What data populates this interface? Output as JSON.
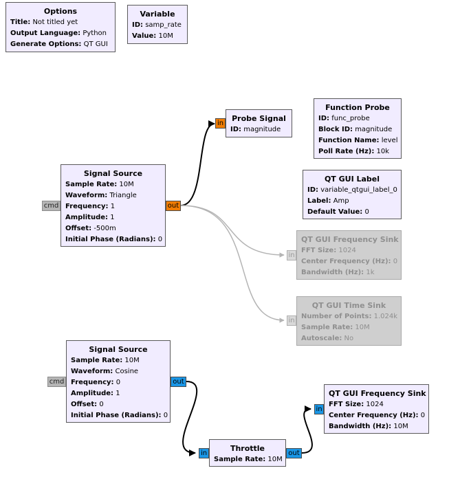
{
  "blocks": {
    "options": {
      "title": "Options",
      "params": [
        {
          "key": "Title:",
          "value": "Not titled yet"
        },
        {
          "key": "Output Language:",
          "value": "Python"
        },
        {
          "key": "Generate Options:",
          "value": "QT GUI"
        }
      ]
    },
    "variable": {
      "title": "Variable",
      "params": [
        {
          "key": "ID:",
          "value": "samp_rate"
        },
        {
          "key": "Value:",
          "value": "10M"
        }
      ]
    },
    "probe_signal": {
      "title": "Probe Signal",
      "params": [
        {
          "key": "ID:",
          "value": "magnitude"
        }
      ],
      "port_in": "in"
    },
    "function_probe": {
      "title": "Function Probe",
      "params": [
        {
          "key": "ID:",
          "value": "func_probe"
        },
        {
          "key": "Block ID:",
          "value": "magnitude"
        },
        {
          "key": "Function Name:",
          "value": "level"
        },
        {
          "key": "Poll Rate (Hz):",
          "value": "10k"
        }
      ]
    },
    "signal_source_1": {
      "title": "Signal Source",
      "params": [
        {
          "key": "Sample Rate:",
          "value": "10M"
        },
        {
          "key": "Waveform:",
          "value": "Triangle"
        },
        {
          "key": "Frequency:",
          "value": "1"
        },
        {
          "key": "Amplitude:",
          "value": "1"
        },
        {
          "key": "Offset:",
          "value": "-500m"
        },
        {
          "key": "Initial Phase (Radians):",
          "value": "0"
        }
      ],
      "port_cmd": "cmd",
      "port_out": "out"
    },
    "qt_gui_label": {
      "title": "QT GUI Label",
      "params": [
        {
          "key": "ID:",
          "value": "variable_qtgui_label_0"
        },
        {
          "key": "Label:",
          "value": "Amp"
        },
        {
          "key": "Default Value:",
          "value": "0"
        }
      ]
    },
    "qt_freq_sink_disabled": {
      "title": "QT GUI Frequency Sink",
      "params": [
        {
          "key": "FFT Size:",
          "value": "1024"
        },
        {
          "key": "Center Frequency (Hz):",
          "value": "0"
        },
        {
          "key": "Bandwidth (Hz):",
          "value": "1k"
        }
      ],
      "port_in": "in"
    },
    "qt_time_sink_disabled": {
      "title": "QT GUI Time Sink",
      "params": [
        {
          "key": "Number of Points:",
          "value": "1.024k"
        },
        {
          "key": "Sample Rate:",
          "value": "10M"
        },
        {
          "key": "Autoscale:",
          "value": "No"
        }
      ],
      "port_in": "in"
    },
    "signal_source_2": {
      "title": "Signal Source",
      "params": [
        {
          "key": "Sample Rate:",
          "value": "10M"
        },
        {
          "key": "Waveform:",
          "value": "Cosine"
        },
        {
          "key": "Frequency:",
          "value": "0"
        },
        {
          "key": "Amplitude:",
          "value": "1"
        },
        {
          "key": "Offset:",
          "value": "0"
        },
        {
          "key": "Initial Phase (Radians):",
          "value": "0"
        }
      ],
      "port_cmd": "cmd",
      "port_out": "out"
    },
    "throttle": {
      "title": "Throttle",
      "params": [
        {
          "key": "Sample Rate:",
          "value": "10M"
        }
      ],
      "port_in": "in",
      "port_out": "out"
    },
    "qt_freq_sink": {
      "title": "QT GUI Frequency Sink",
      "params": [
        {
          "key": "FFT Size:",
          "value": "1024"
        },
        {
          "key": "Center Frequency (Hz):",
          "value": "0"
        },
        {
          "key": "Bandwidth (Hz):",
          "value": "10M"
        }
      ],
      "port_in": "in"
    }
  },
  "colors": {
    "block_fill": "#f1ecff",
    "block_border": "#595959",
    "disabled_fill": "#cfcfcf",
    "disabled_text": "#8f8f8f",
    "port_float": "#f07c04",
    "port_complex": "#1a96e6",
    "wire_enabled": "#000000",
    "wire_disabled": "#b4b4b4"
  }
}
